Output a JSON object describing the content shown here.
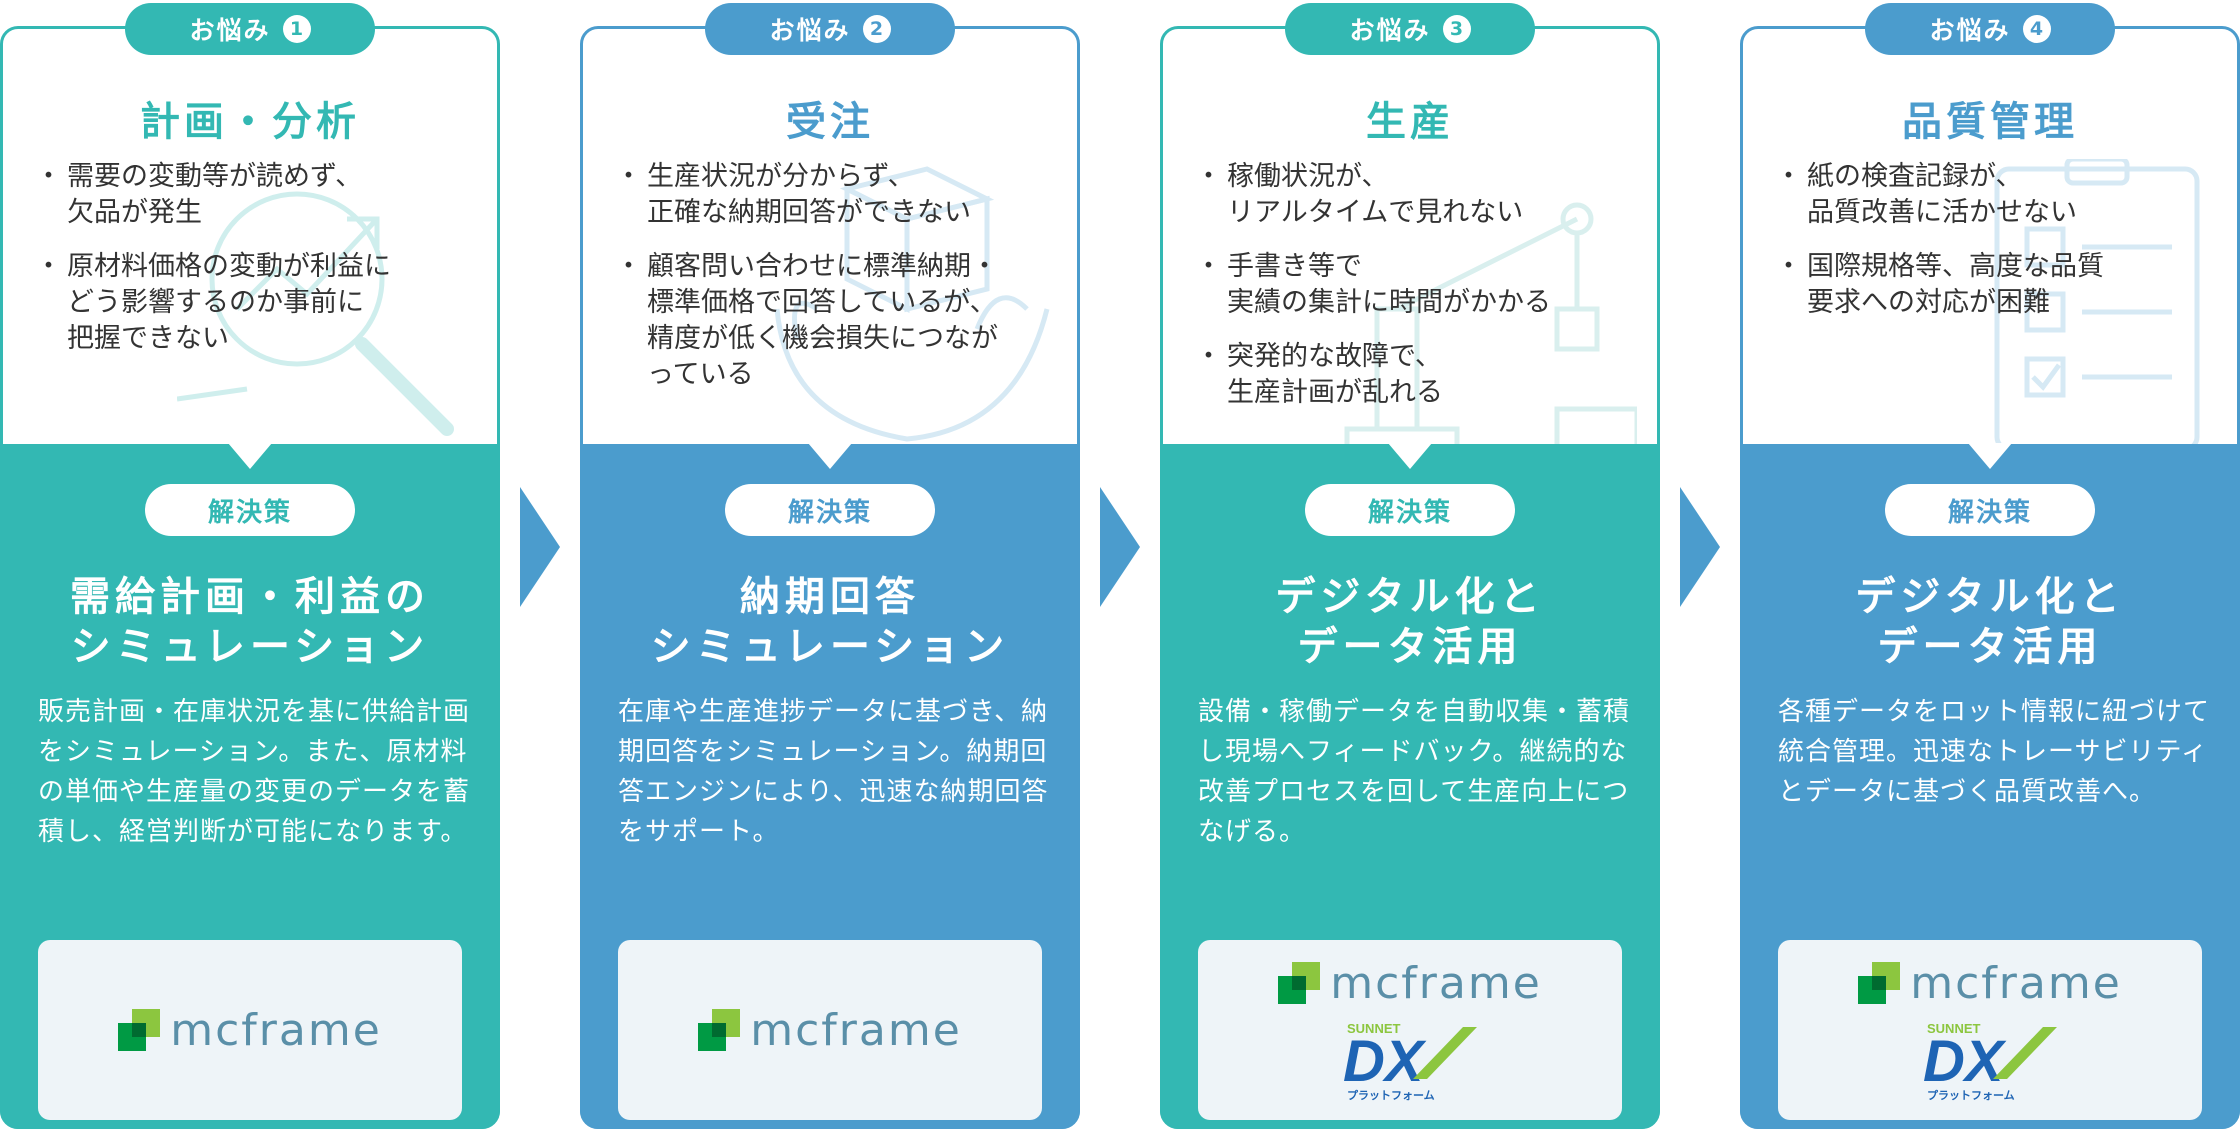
{
  "cards": [
    {
      "theme": "teal",
      "pill_label": "お悩み",
      "pill_number": "1",
      "problem_title": "計画・分析",
      "problems": [
        "需要の変動等が読めず、\n欠品が発生",
        "原材料価格の変動が利益に\nどう影響するのか事前に\n把握できない"
      ],
      "solution_label": "解決策",
      "solution_title": "需給計画・利益の\nシミュレーション",
      "solution_desc": "販売計画・在庫状況を基に供給計画をシミュレーション。また、原材料の単価や生産量の変更のデータを蓄積し、経営判断が可能になります。",
      "logos": [
        "mcframe"
      ],
      "background_icon": "magnifier-chart-icon"
    },
    {
      "theme": "blue",
      "pill_label": "お悩み",
      "pill_number": "2",
      "problem_title": "受注",
      "problems": [
        "生産状況が分からず、\n正確な納期回答ができない",
        "顧客問い合わせに標準納期・\n標準価格で回答しているが、\n精度が低く機会損失につなが\nっている"
      ],
      "solution_label": "解決策",
      "solution_title": "納期回答\nシミュレーション",
      "solution_desc": "在庫や生産進捗データに基づき、納期回答をシミュレーション。納期回答エンジンにより、迅速な納期回答をサポート。",
      "logos": [
        "mcframe"
      ],
      "background_icon": "hand-box-icon"
    },
    {
      "theme": "teal",
      "pill_label": "お悩み",
      "pill_number": "3",
      "problem_title": "生産",
      "problems": [
        "稼働状況が、\nリアルタイムで見れない",
        "手書き等で\n実績の集計に時間がかかる",
        "突発的な故障で、\n生産計画が乱れる"
      ],
      "solution_label": "解決策",
      "solution_title": "デジタル化と\nデータ活用",
      "solution_desc": "設備・稼働データを自動収集・蓄積し現場へフィードバック。継続的な改善プロセスを回して生産向上につなげる。",
      "logos": [
        "mcframe",
        "sunnet-dx"
      ],
      "background_icon": "robot-arm-icon"
    },
    {
      "theme": "blue",
      "pill_label": "お悩み",
      "pill_number": "4",
      "problem_title": "品質管理",
      "problems": [
        "紙の検査記録が、\n品質改善に活かせない",
        "国際規格等、高度な品質\n要求への対応が困難"
      ],
      "solution_label": "解決策",
      "solution_title": "デジタル化と\nデータ活用",
      "solution_desc": "各種データをロット情報に紐づけて統合管理。迅速なトレーサビリティとデータに基づく品質改善へ。",
      "logos": [
        "mcframe",
        "sunnet-dx"
      ],
      "background_icon": "clipboard-checklist-icon"
    }
  ],
  "logo_text": {
    "mcframe": "mcframe",
    "sunnet_top": "SUNNET",
    "dx": "DX",
    "dx_sub": "プラットフォーム"
  },
  "colors": {
    "teal": "#33b8b3",
    "blue": "#4b9ccd",
    "logo_bg": "#eef4f8"
  }
}
